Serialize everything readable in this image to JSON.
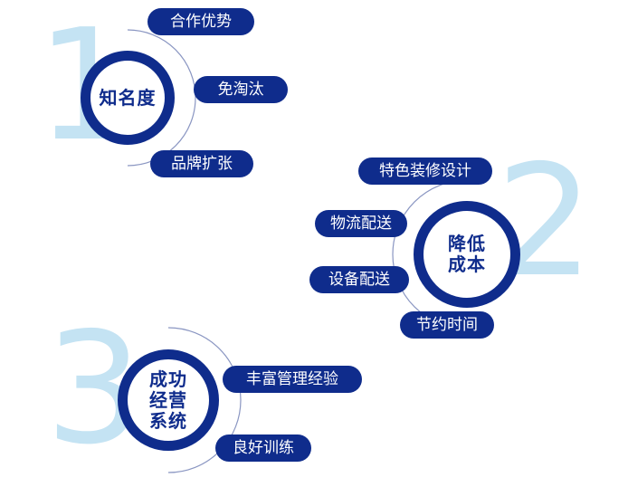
{
  "colors": {
    "navy": "#0f2c8c",
    "light_blue": "#c4e3f3",
    "arc_line": "#8a96c2"
  },
  "group1": {
    "number": "1",
    "circle": "知名度",
    "items": [
      "合作优势",
      "免淘汰",
      "品牌扩张"
    ]
  },
  "group2": {
    "number": "2",
    "circle_line1": "降低",
    "circle_line2": "成本",
    "items": [
      "特色装修设计",
      "物流配送",
      "设备配送",
      "节约时间"
    ]
  },
  "group3": {
    "number": "3",
    "circle_line1": "成功",
    "circle_line2": "经营",
    "circle_line3": "系统",
    "items": [
      "丰富管理经验",
      "良好训练"
    ]
  }
}
